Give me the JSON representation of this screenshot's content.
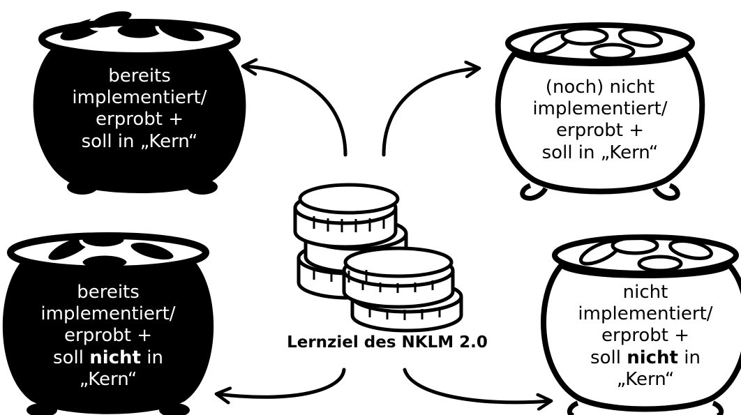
{
  "center": {
    "label": "Lernziel des NKLM 2.0",
    "icon": "coin-stack-icon"
  },
  "pots": {
    "top_left": {
      "style": "filled",
      "lines": [
        "bereits",
        "implementiert/",
        "erprobt +",
        "soll in „Kern“"
      ]
    },
    "top_right": {
      "style": "outline",
      "lines": [
        "(noch) nicht",
        "implementiert/",
        "erprobt +",
        "soll in „Kern“"
      ]
    },
    "bottom_left": {
      "style": "filled",
      "lines": [
        "bereits",
        "implementiert/",
        "erprobt +"
      ],
      "line4_pre": "soll ",
      "line4_bold": "nicht",
      "line4_post": " in",
      "line5": "„Kern“"
    },
    "bottom_right": {
      "style": "outline",
      "lines": [
        "nicht",
        "implementiert/",
        "erprobt +"
      ],
      "line4_pre": "soll ",
      "line4_bold": "nicht",
      "line4_post": " in",
      "line5": "„Kern“"
    }
  },
  "colors": {
    "ink": "#000000",
    "paper": "#ffffff"
  }
}
